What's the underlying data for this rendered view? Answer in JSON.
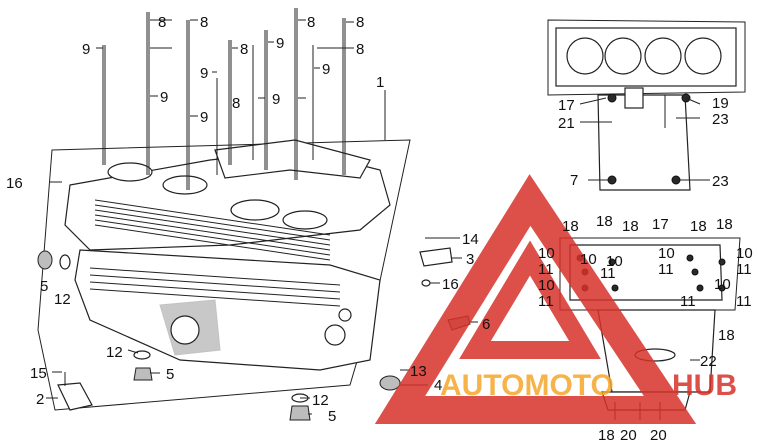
{
  "callouts": {
    "c1": "1",
    "c2": "2",
    "c3": "3",
    "c4": "4",
    "c5a": "5",
    "c5b": "5",
    "c5c": "5",
    "c6": "6",
    "c7": "7",
    "c8a": "8",
    "c8b": "8",
    "c8c": "8",
    "c8d": "8",
    "c8e": "8",
    "c8f": "8",
    "c8g": "8",
    "c9a": "9",
    "c9b": "9",
    "c9c": "9",
    "c9d": "9",
    "c9e": "9",
    "c9f": "9",
    "c9g": "9",
    "c10a": "10",
    "c10b": "10",
    "c10c": "10",
    "c10d": "10",
    "c10e": "10",
    "c10f": "10",
    "c10g": "10",
    "c11a": "11",
    "c11b": "11",
    "c11c": "11",
    "c11d": "11",
    "c11e": "11",
    "c11f": "11",
    "c11g": "11",
    "c12a": "12",
    "c12b": "12",
    "c12c": "12",
    "c13": "13",
    "c14": "14",
    "c15": "15",
    "c16a": "16",
    "c16b": "16",
    "c17a": "17",
    "c17b": "17",
    "c18a": "18",
    "c18b": "18",
    "c18c": "18",
    "c18d": "18",
    "c18e": "18",
    "c18f": "18",
    "c19": "19",
    "c20a": "20",
    "c20b": "20",
    "c21": "21",
    "c22": "22",
    "c23a": "23",
    "c23b": "23"
  },
  "watermark": {
    "text_part1": "AUTOMOTO",
    "text_part2": "HUB",
    "color_red": "#d8312a",
    "color_orange": "#f5a62b"
  },
  "icons": {
    "triangle_logo": "automotohub-triangle-logo"
  }
}
